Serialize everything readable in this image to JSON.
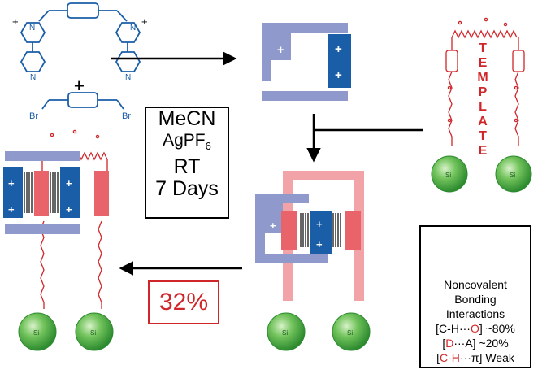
{
  "colors": {
    "blue": "#1a5ea8",
    "lavender": "#8f99cc",
    "red": "#d0262a",
    "pink": "#f2a3a8",
    "salmon": "#e8636a",
    "green": "#3aa33a"
  },
  "conditions": [
    "MeCN",
    "AgPF6",
    "RT",
    "7 Days"
  ],
  "conditions_parts": {
    "solvent": "MeCN",
    "salt_main": "AgPF",
    "salt_sub": "6",
    "temperature": "RT",
    "time": "7 Days"
  },
  "yield": "32%",
  "template_letters": [
    "T",
    "E",
    "M",
    "P",
    "L",
    "A",
    "T",
    "E"
  ],
  "reagents": {
    "bromide_left": "Br",
    "bromide_right": "Br",
    "plus_sign": "+",
    "charge": "+",
    "nitrogen": "N",
    "silicon": "Si"
  },
  "legend": {
    "title_lines": [
      "Noncovalent",
      "Bonding",
      "Interactions"
    ],
    "row1": {
      "pre": "[C-H···",
      "red": "O",
      "post": "] ~80%"
    },
    "row2": {
      "pre": "[",
      "red": "D",
      "mid": "···A] ~20%"
    },
    "row3": {
      "pre": "[",
      "red": "C-H",
      "post": "···π] Weak"
    }
  }
}
